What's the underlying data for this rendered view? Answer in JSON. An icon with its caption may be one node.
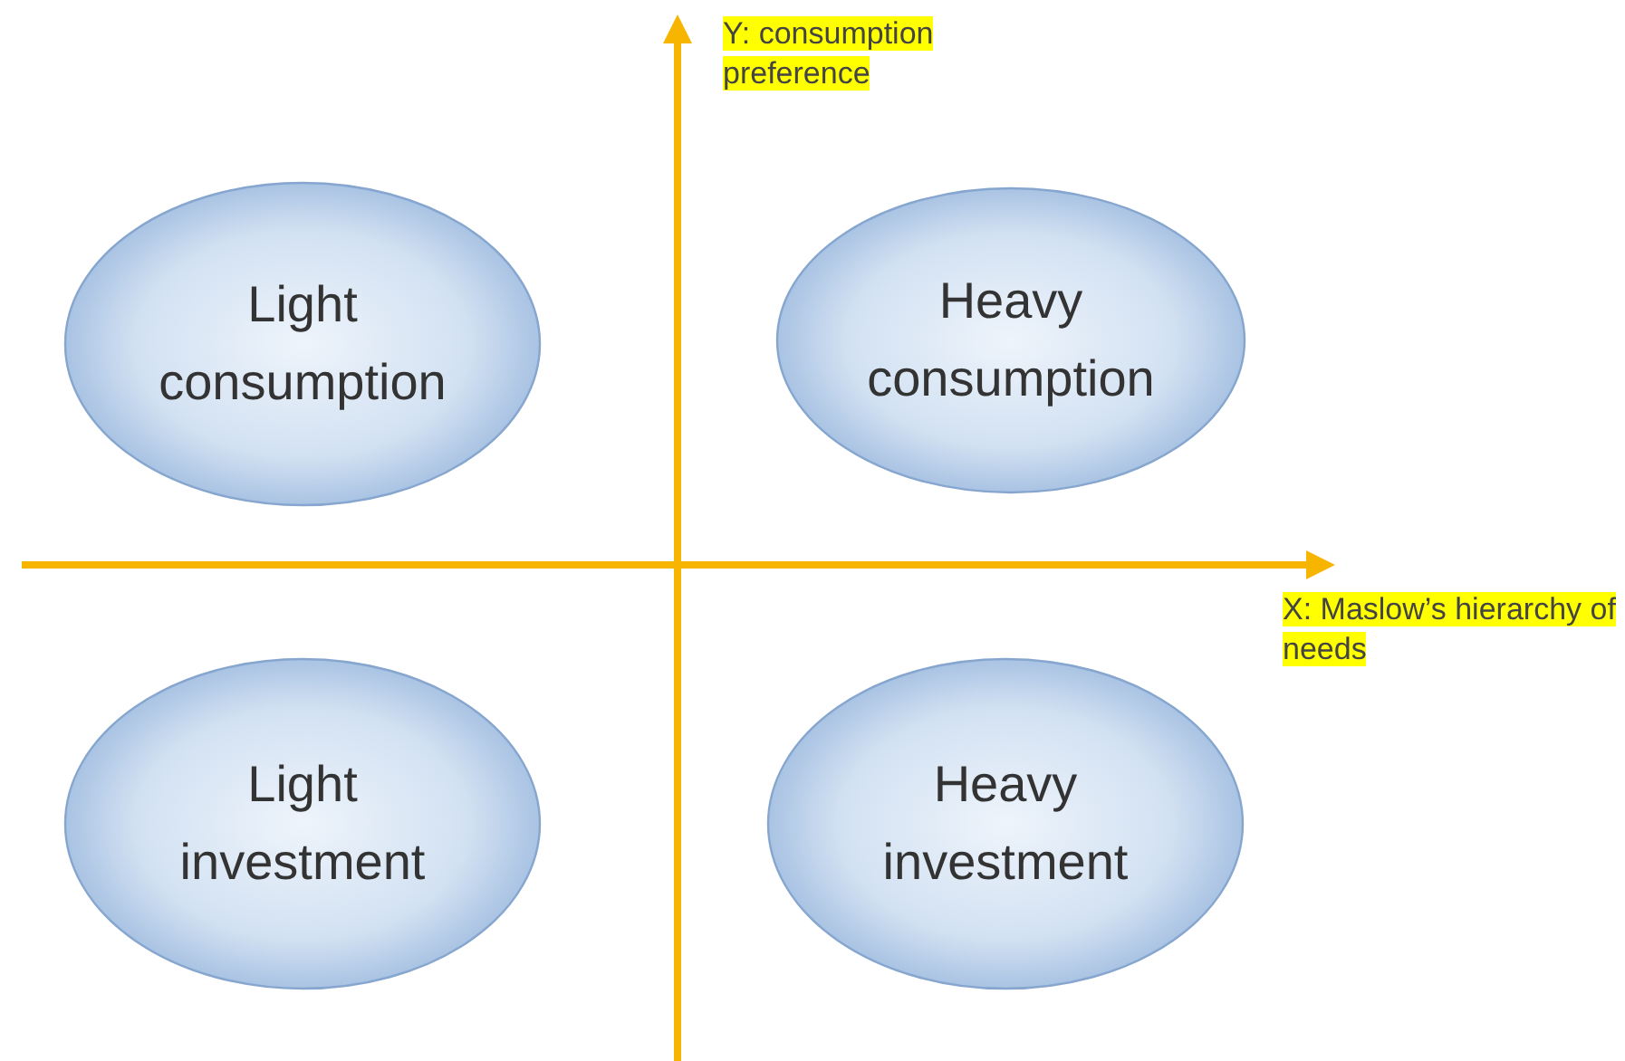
{
  "diagram": {
    "nodes": [
      {
        "text": [
          "Light consumption"
        ]
      },
      {
        "text": [
          "Heavy consumption"
        ]
      },
      {
        "text": [
          "Light investment"
        ]
      },
      {
        "text": [
          "Heavy investment"
        ]
      }
    ],
    "labels": [
      "Y: consumption preference",
      "X: Maslow’s hierarchy of needs"
    ]
  }
}
